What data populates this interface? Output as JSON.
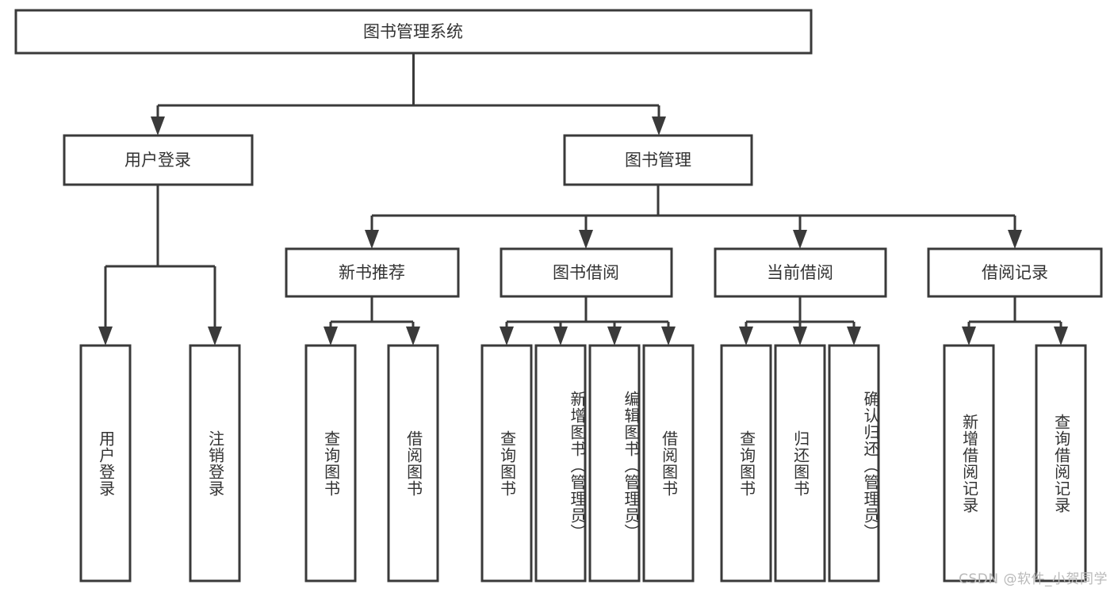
{
  "diagram": {
    "title": "图书管理系统",
    "type": "tree-hierarchy",
    "watermark": "CSDN @软件_小贺同学",
    "colors": {
      "stroke": "#3a3a3a",
      "fill": "#ffffff",
      "text": "#333333",
      "watermark": "#b9b9b9"
    },
    "root": {
      "label": "图书管理系统"
    },
    "level2": [
      {
        "label": "用户登录"
      },
      {
        "label": "图书管理"
      }
    ],
    "level3": [
      {
        "label": "新书推荐"
      },
      {
        "label": "图书借阅"
      },
      {
        "label": "当前借阅"
      },
      {
        "label": "借阅记录"
      }
    ],
    "leaves": {
      "user_login": [
        {
          "label": "用户登录"
        },
        {
          "label": "注销登录"
        }
      ],
      "new_book_recommend": [
        {
          "label": "查询图书"
        },
        {
          "label": "借阅图书"
        }
      ],
      "book_borrow": [
        {
          "label": "查询图书"
        },
        {
          "label": "新增图书（管理员）"
        },
        {
          "label": "编辑图书（管理员）"
        },
        {
          "label": "借阅图书"
        }
      ],
      "current_borrow": [
        {
          "label": "查询图书"
        },
        {
          "label": "归还图书"
        },
        {
          "label": "确认归还（管理员）"
        }
      ],
      "borrow_records": [
        {
          "label": "新增借阅记录"
        },
        {
          "label": "查询借阅记录"
        }
      ]
    }
  }
}
